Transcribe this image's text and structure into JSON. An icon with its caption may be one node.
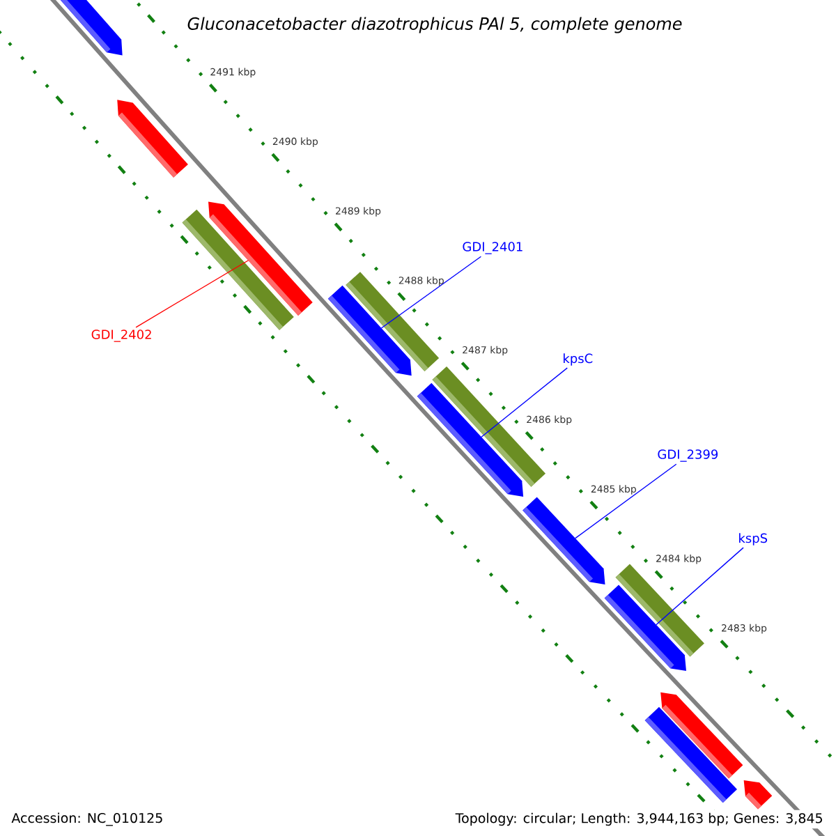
{
  "diagram": {
    "title": "Gluconacetobacter diazotrophicus PAl 5, complete genome",
    "nodes": [
      {
        "text": [
          "GDI_2401"
        ]
      },
      {
        "text": [
          "kpsC"
        ]
      },
      {
        "text": [
          "GDI_2399"
        ]
      },
      {
        "text": [
          "kspS"
        ]
      },
      {
        "text": [
          "GDI_2402"
        ]
      },
      {
        "text": [],
        "shape": "pentagon"
      },
      {
        "text": [],
        "shape": "pentagon"
      },
      {
        "text": [],
        "shape": "bar"
      },
      {
        "text": [],
        "shape": "pentagon"
      },
      {
        "text": [],
        "shape": "pentagon"
      },
      {
        "text": [],
        "shape": "bar"
      },
      {
        "text": [],
        "shape": "bar"
      },
      {
        "text": [],
        "shape": "pentagon"
      },
      {
        "text": [],
        "shape": "pentagon"
      },
      {
        "text": [],
        "shape": "bar"
      },
      {
        "text": [],
        "shape": "pentagon"
      },
      {
        "text": [],
        "shape": "pentagon"
      },
      {
        "text": [],
        "shape": "bar"
      },
      {
        "text": [],
        "shape": "pentagon"
      }
    ],
    "edges": [
      {
        "from": 0,
        "to": 9,
        "arrow": "none"
      },
      {
        "from": 1,
        "to": 12,
        "arrow": "none"
      },
      {
        "from": 2,
        "to": 13,
        "arrow": "none"
      },
      {
        "from": 3,
        "to": 15,
        "arrow": "none"
      },
      {
        "from": 4,
        "to": 8,
        "arrow": "none",
        "color": "#ff0000"
      }
    ],
    "labels": [
      "2491 kbp",
      "2490 kbp",
      "2489 kbp",
      "2488 kbp",
      "2487 kbp",
      "2486 kbp",
      "2485 kbp",
      "2484 kbp",
      "2483 kbp",
      "Accession: NC_010125",
      "Topology: circular; Length: 3,944,163 bp; Genes: 3,845"
    ]
  }
}
